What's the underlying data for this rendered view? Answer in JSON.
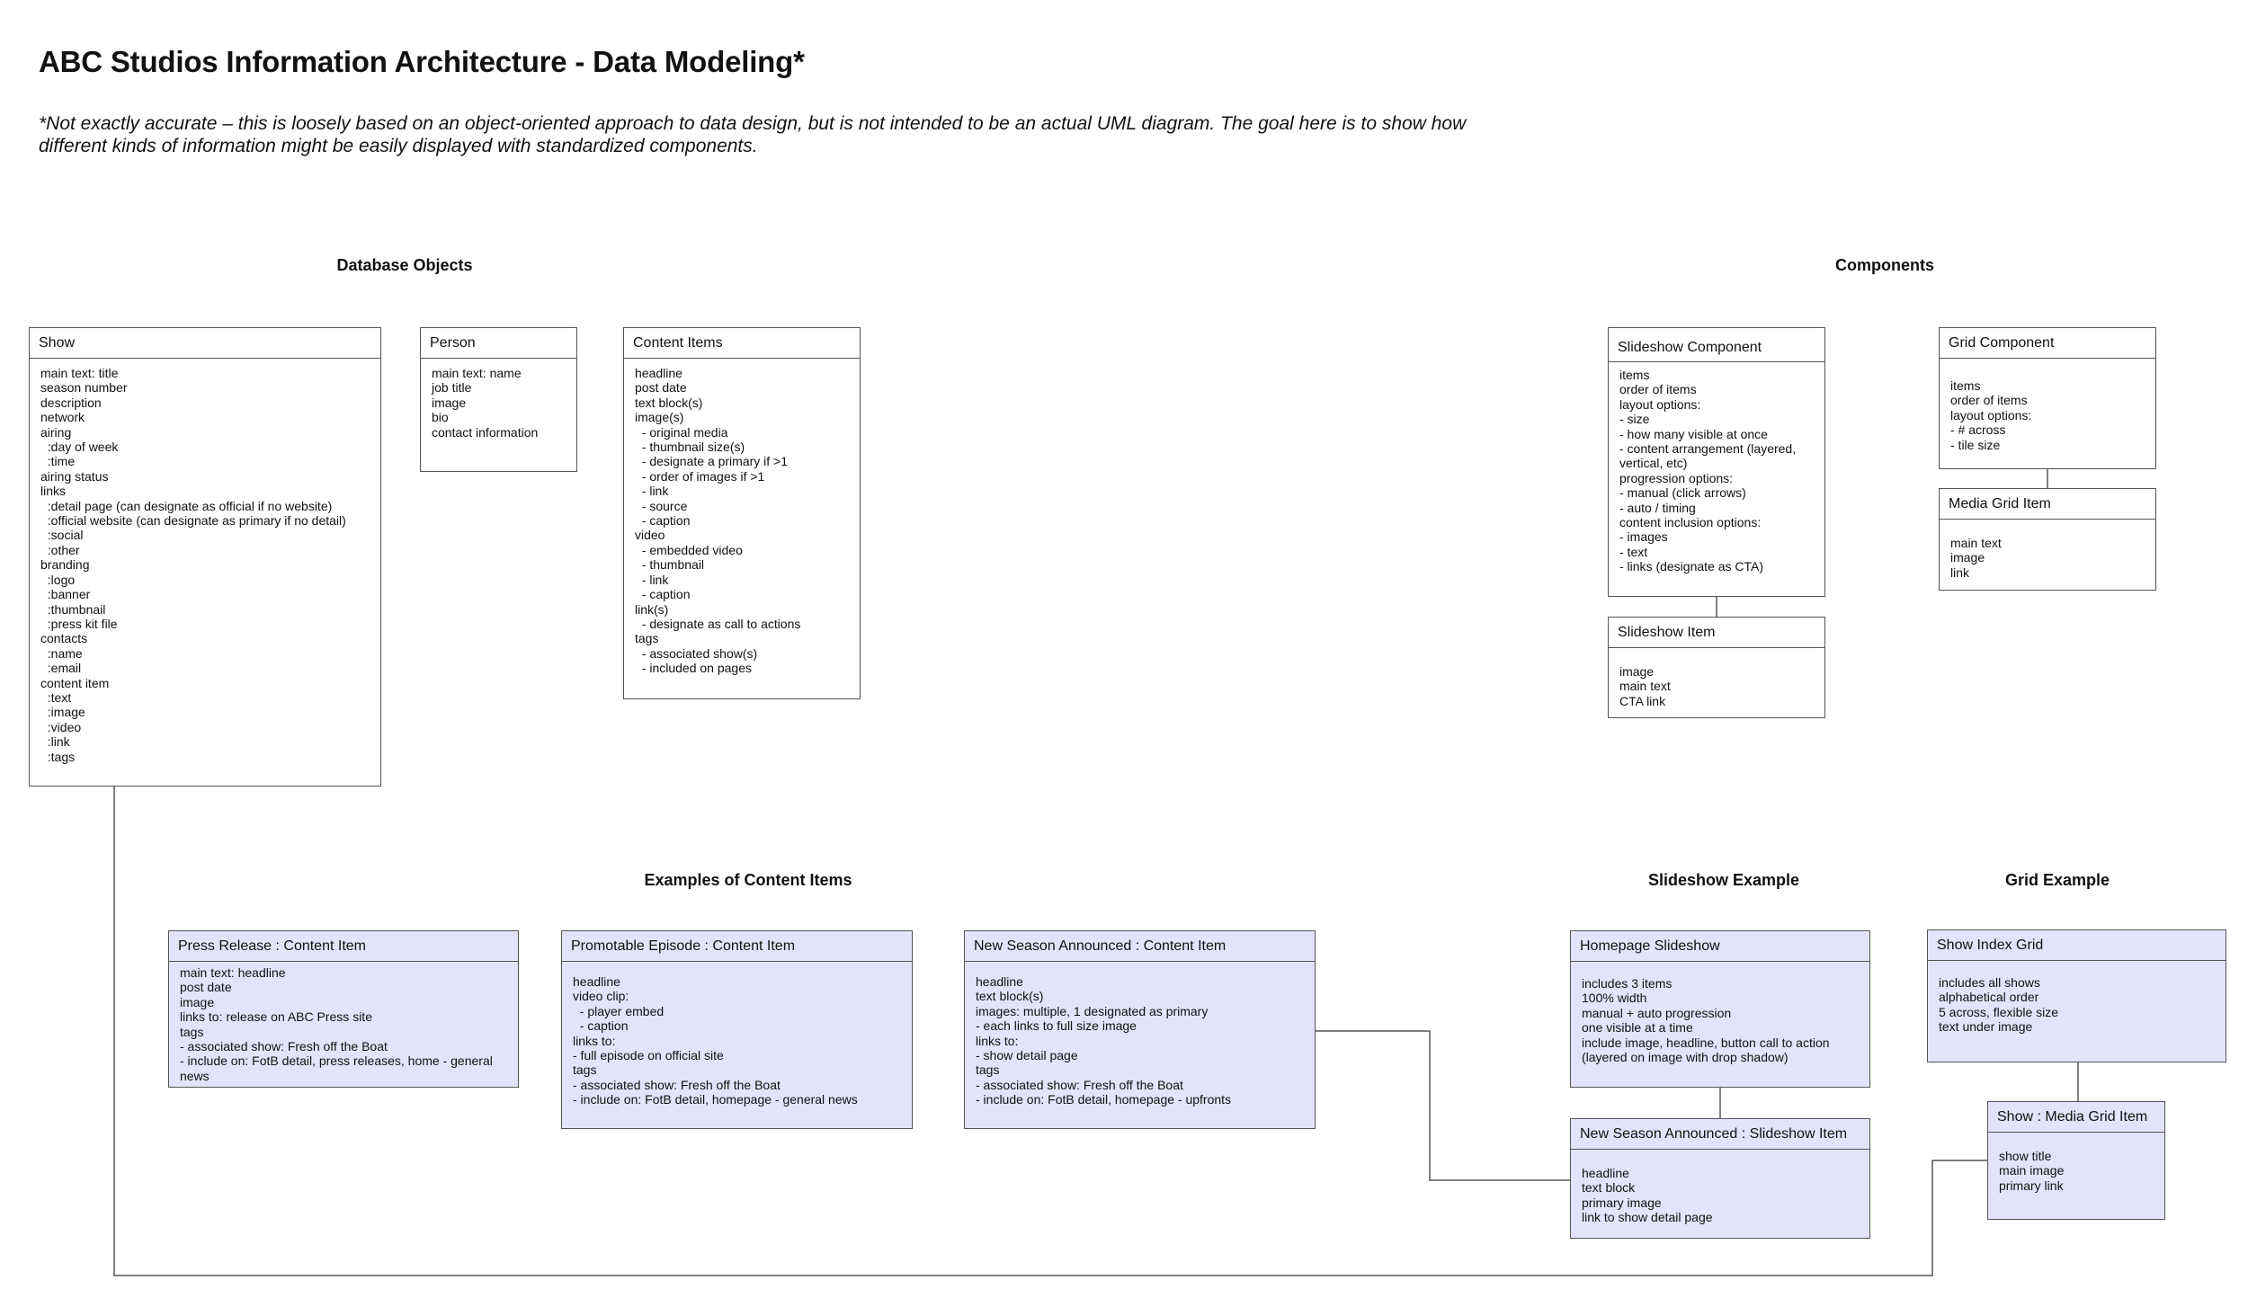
{
  "page": {
    "title": "ABC Studios Information Architecture - Data Modeling*",
    "note": "*Not exactly accurate – this is loosely based on an object-oriented approach to data design, but is not intended to be an actual UML diagram. The goal here is to show how different kinds of information might be easily displayed with standardized components."
  },
  "sections": {
    "database_objects": "Database Objects",
    "components": "Components",
    "examples_content_items": "Examples of Content Items",
    "slideshow_example": "Slideshow Example",
    "grid_example": "Grid Example"
  },
  "colors": {
    "example_fill": "#e3e4fb",
    "box_border": "#555555",
    "connector": "#555555"
  },
  "boxes": {
    "show": {
      "title": "Show",
      "lines": [
        "main text: title",
        "season number",
        "description",
        "network",
        "airing",
        "  :day of week",
        "  :time",
        "airing status",
        "links",
        "  :detail page (can designate as official if no website)",
        "  :official website (can designate as primary if no detail)",
        "  :social",
        "  :other",
        "branding",
        "  :logo",
        "  :banner",
        "  :thumbnail",
        "  :press kit file",
        "contacts",
        "  :name",
        "  :email",
        "content item",
        "  :text",
        "  :image",
        "  :video",
        "  :link",
        "  :tags"
      ]
    },
    "person": {
      "title": "Person",
      "lines": [
        "main text: name",
        "job title",
        "image",
        "bio",
        "contact information"
      ]
    },
    "content_items": {
      "title": "Content Items",
      "lines": [
        "headline",
        "post date",
        "text block(s)",
        "image(s)",
        "  - original media",
        "  - thumbnail size(s)",
        "  - designate a primary if >1",
        "  - order of images if >1",
        "  - link",
        "  - source",
        "  - caption",
        "video",
        "  - embedded video",
        "  - thumbnail",
        "  - link",
        "  - caption",
        "link(s)",
        "  - designate as call to actions",
        "tags",
        "  - associated show(s)",
        "  - included on pages"
      ]
    },
    "slideshow_component": {
      "title": "Slideshow Component",
      "lines": [
        "items",
        "order of items",
        "layout options:",
        "- size",
        "- how many visible at once",
        "- content arrangement (layered,",
        "vertical, etc)",
        "progression options:",
        "- manual (click arrows)",
        "- auto / timing",
        "content inclusion options:",
        "- images",
        "- text",
        "- links (designate as CTA)"
      ]
    },
    "slideshow_item": {
      "title": "Slideshow Item",
      "lines": [
        "image",
        "main text",
        "CTA link"
      ]
    },
    "grid_component": {
      "title": "Grid Component",
      "lines": [
        "items",
        "order of items",
        "layout options:",
        "- # across",
        "- tile size"
      ]
    },
    "media_grid_item": {
      "title": "Media Grid Item",
      "lines": [
        "main text",
        "image",
        "link"
      ]
    },
    "press_release": {
      "title": "Press Release : Content Item",
      "lines": [
        "main text: headline",
        "post date",
        "image",
        "links to: release on ABC Press site",
        "tags",
        "- associated show: Fresh off the Boat",
        "- include on: FotB detail, press releases, home - general",
        "news"
      ]
    },
    "promotable_episode": {
      "title": "Promotable Episode : Content Item",
      "lines": [
        "headline",
        "video clip:",
        "  - player embed",
        "  - caption",
        "links to:",
        "- full episode on official site",
        "tags",
        "- associated show: Fresh off the Boat",
        "- include on: FotB detail, homepage - general news"
      ]
    },
    "new_season_content": {
      "title": "New Season Announced : Content Item",
      "lines": [
        "headline",
        "text block(s)",
        "images: multiple, 1 designated as primary",
        "- each links to full size image",
        "links to:",
        "- show detail page",
        "tags",
        "- associated show: Fresh off the Boat",
        "- include on: FotB detail, homepage - upfronts"
      ]
    },
    "homepage_slideshow": {
      "title": "Homepage Slideshow",
      "lines": [
        "includes 3 items",
        "100% width",
        "manual + auto progression",
        "one visible at a time",
        "include image, headline, button call to action",
        "(layered on image with drop shadow)"
      ]
    },
    "new_season_slide": {
      "title": "New Season Announced : Slideshow Item",
      "lines": [
        "headline",
        "text block",
        "primary image",
        "link to show detail page"
      ]
    },
    "show_index_grid": {
      "title": "Show Index Grid",
      "lines": [
        "includes all shows",
        "alphabetical order",
        "5 across, flexible size",
        "text under image"
      ]
    },
    "show_media_grid_item": {
      "title": "Show : Media Grid Item",
      "lines": [
        "show title",
        "main image",
        "primary link"
      ]
    }
  }
}
